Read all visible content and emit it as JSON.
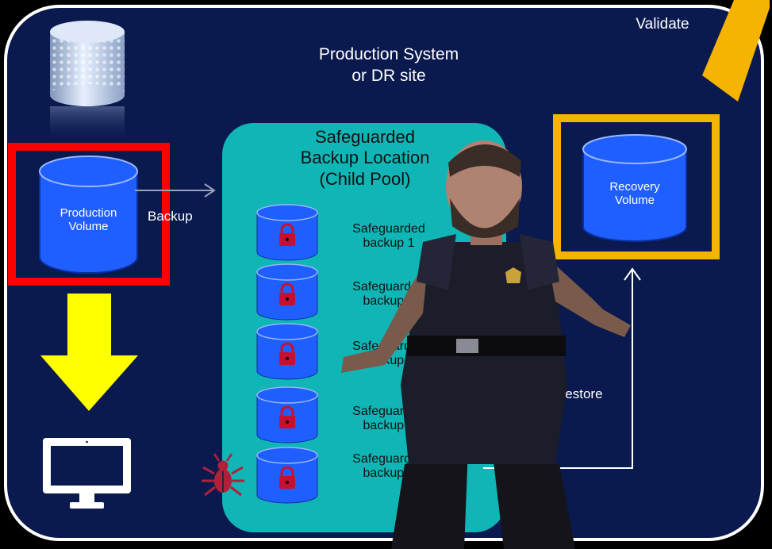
{
  "title": {
    "line1": "Production System",
    "line2": "or DR site"
  },
  "validate_label": "Validate",
  "production_volume": {
    "line1": "Production",
    "line2": "Volume"
  },
  "backup_label": "Backup",
  "safeguarded_location": {
    "line1": "Safeguarded",
    "line2": "Backup Location",
    "line3": "(Child Pool)"
  },
  "safeguarded_backups": [
    {
      "line1": "Safeguarded",
      "line2": "backup 1"
    },
    {
      "line1": "Safeguarded",
      "line2": "backup 2"
    },
    {
      "line1": "Safeguarded",
      "line2": "backup 3"
    },
    {
      "line1": "Safeguarded",
      "line2": "backup 4"
    },
    {
      "line1": "Safeguarded",
      "line2": "backup 5"
    }
  ],
  "recovery_volume": {
    "line1": "Recovery",
    "line2": "Volume"
  },
  "restore_label": "Restore",
  "colors": {
    "background": "#0a1a4e",
    "volume_blue": "#1f5fff",
    "safeguard_teal": "#10b5b5",
    "highlight_red": "#ff0000",
    "highlight_orange": "#f5b400",
    "arrow_yellow": "#ffff00",
    "bug_red": "#b0203a"
  }
}
